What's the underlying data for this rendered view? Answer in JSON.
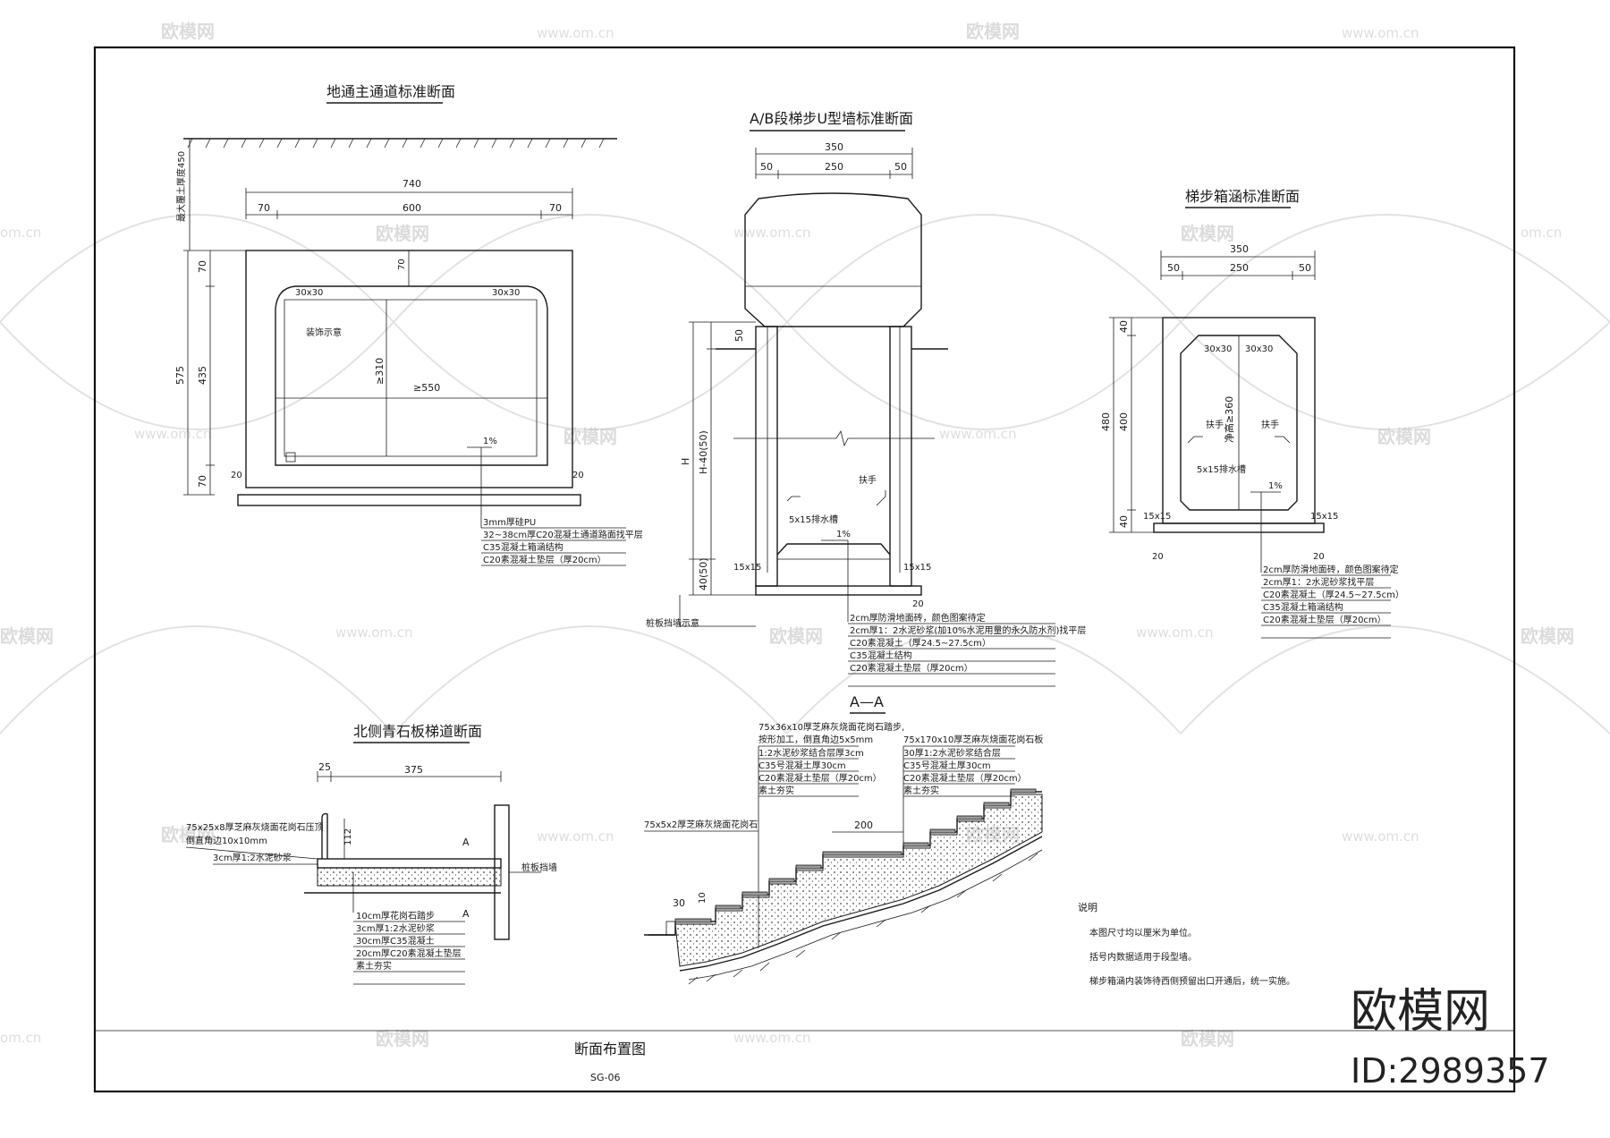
{
  "watermark": {
    "brand": "欧模网",
    "site": "www.om.cn",
    "site_short": "om.cn",
    "id": "ID:2989357"
  },
  "title_block": {
    "drawing_name": "断面布置图",
    "drawing_no": "SG-06"
  },
  "section1": {
    "title": "地通主通道标准断面",
    "side_note": "最大覆土厚度450",
    "dims": {
      "total": "740",
      "left": "70",
      "mid": "600",
      "right": "70",
      "h_total": "575",
      "h_top": "70",
      "h_mid": "435",
      "h_bot": "70",
      "top_inner": "70",
      "min_h": "≥310",
      "min_w": "≥550",
      "chamfer_l": "30x30",
      "chamfer_r": "30x30",
      "foot_l": "20",
      "foot_r": "20"
    },
    "deco": "装饰示意",
    "slope": "1%",
    "layers": [
      "3mm厚硅PU",
      "32~38cm厚C20混凝土通道路面找平层",
      "C35混凝土箱涵结构",
      "C20素混凝土垫层（厚20cm）"
    ]
  },
  "section2": {
    "title": "A/B段梯步U型墙标准断面",
    "dims": {
      "total": "350",
      "left": "50",
      "mid": "250",
      "right": "50",
      "top_h": "50",
      "h": "H",
      "h_inner": "H-40(50)",
      "h_bot": "40(50)",
      "fillet_l": "15x15",
      "fillet_r": "15x15",
      "toe": "20"
    },
    "handrail": "扶手",
    "drain": "5x15排水槽",
    "slope": "1%",
    "pile_note": "桩板挡墙示意",
    "layers": [
      "2cm厚防滑地面砖，颜色图案待定",
      "2cm厚1：2水泥砂浆(加10%水泥用量的永久防水剂)找平层",
      "C20素混凝土（厚24.5~27.5cm）",
      "C35混凝土结构",
      "C20素混凝土垫层（厚20cm）"
    ]
  },
  "section3": {
    "title": "梯步箱涵标准断面",
    "dims": {
      "total": "350",
      "left": "50",
      "mid": "250",
      "right": "50",
      "h_total": "480",
      "h_top": "40",
      "h_mid": "400",
      "h_bot": "40",
      "clear_h": "净高≥360",
      "chamfer_l": "30x30",
      "chamfer_r": "30x30",
      "fillet_l": "15x15",
      "fillet_r": "15x15",
      "foot_l": "20",
      "foot_r": "20"
    },
    "handrail_l": "扶手",
    "handrail_r": "扶手",
    "drain": "5x15排水槽",
    "slope": "1%",
    "layers": [
      "2cm厚防滑地面砖，颜色图案待定",
      "2cm厚1：2水泥砂浆找平层",
      "C20素混凝土（厚24.5~27.5cm）",
      "C35混凝土箱涵结构",
      "C20素混凝土垫层（厚20cm）"
    ]
  },
  "section4": {
    "title": "北侧青石板梯道断面",
    "dims": {
      "left": "25",
      "width": "375",
      "rail_h": "112"
    },
    "curb_note": [
      "75x25x8厚芝麻灰烧面花岗石压顶",
      "倒直角边10x10mm"
    ],
    "mortar_note": "3cm厚1:2水泥砂浆",
    "pile_note": "桩板挡墙",
    "cut_mark": "A",
    "layers": [
      "10cm厚花岗石踏步",
      "3cm厚1:2水泥砂浆",
      "30cm厚C35混凝土",
      "20cm厚C20素混凝土垫层",
      "素土夯实"
    ]
  },
  "section5": {
    "title": "A—A",
    "dims": {
      "tread": "200",
      "left_tread": "30",
      "riser": "10"
    },
    "note_left_top": [
      "75x36x10厚芝麻灰烧面花岗石踏步,",
      "按形加工，倒直角边5x5mm",
      "1:2水泥砂浆结合层厚3cm",
      "C35号混凝土厚30cm",
      "C20素混凝土垫层（厚20cm）",
      "素土夯实"
    ],
    "note_right_top": [
      "75x170x10厚芝麻灰烧面花岗石板",
      "30厚1:2水泥砂浆结合层",
      "C35号混凝土厚30cm",
      "C20素混凝土垫层（厚20cm）",
      "素土夯实"
    ],
    "edge_note": "75x5x2厚芝麻灰烧面花岗石"
  },
  "notes": {
    "heading": "说明",
    "items": [
      "本图尺寸均以厘米为单位。",
      "括号内数据适用于段型墙。",
      "梯步箱涵内装饰待西侧预留出口开通后，统一实施。"
    ]
  }
}
